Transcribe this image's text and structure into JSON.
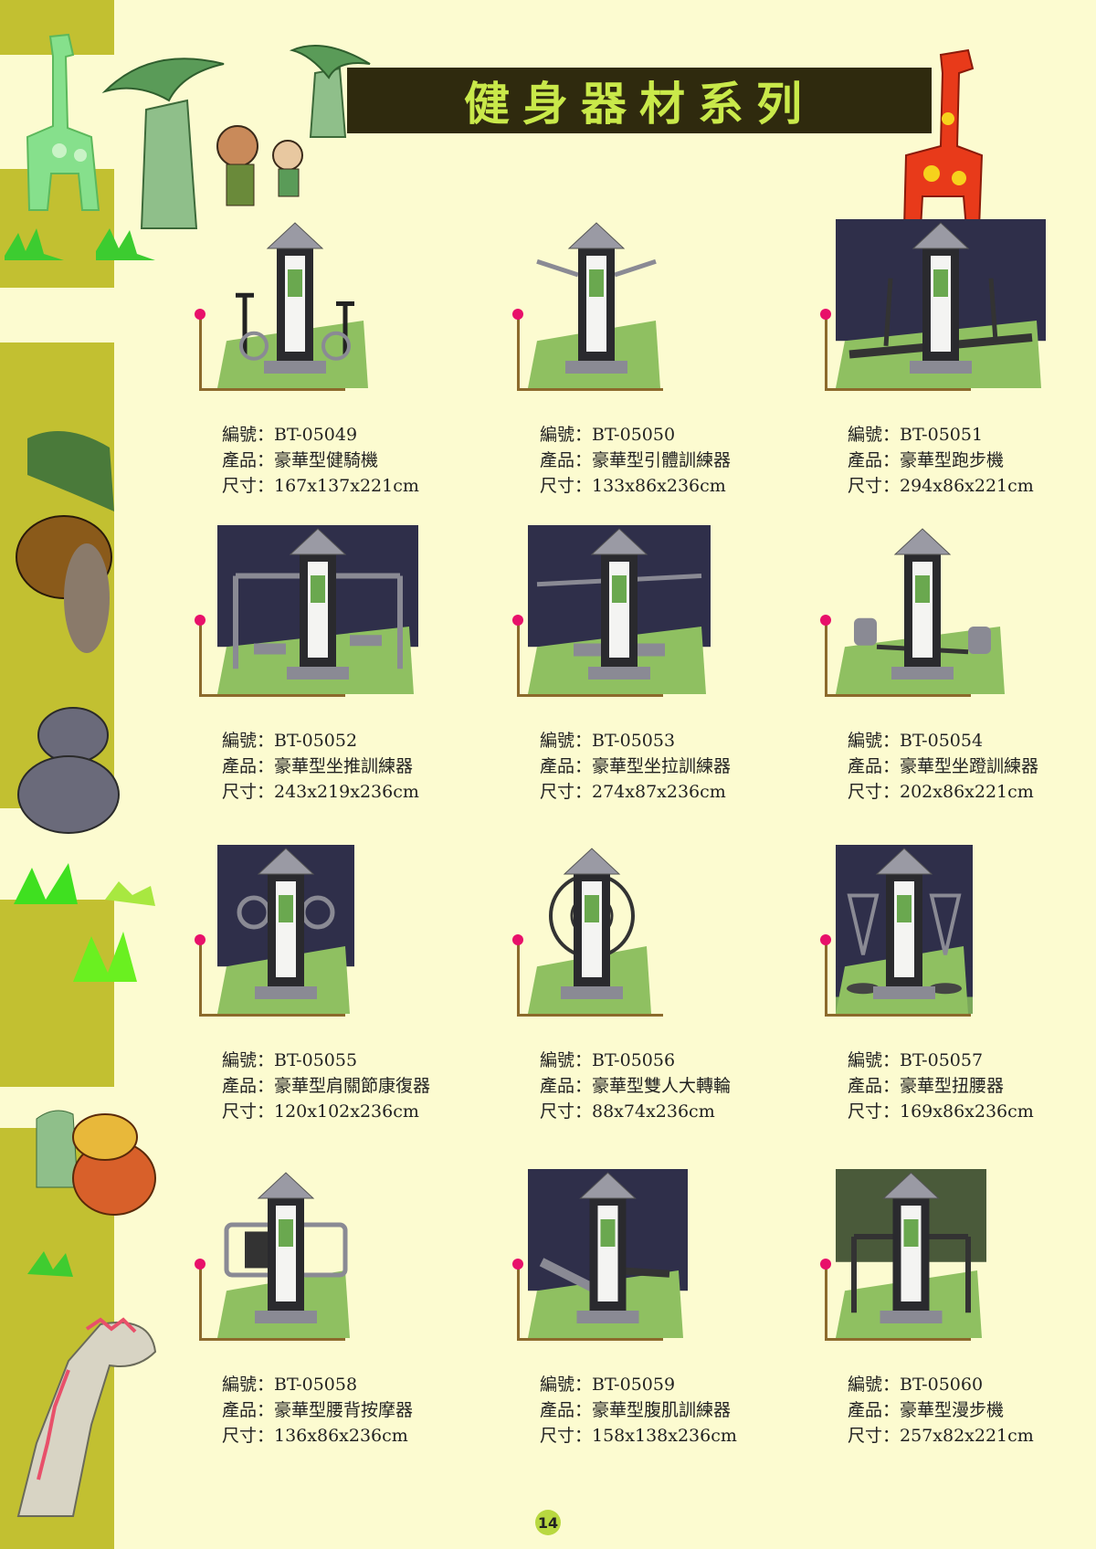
{
  "page": {
    "title": "健身器材系列",
    "page_number": "14",
    "colors": {
      "background": "#fcfbd0",
      "stripe": "#c2c031",
      "title_bar": "#2f2a0e",
      "title_text": "#c9e94a",
      "accent_dot": "#e8106a",
      "frame": "#8c6a2c"
    }
  },
  "products": [
    {
      "code": "編號：BT-05049",
      "name": "產品：豪華型健騎機",
      "size": "尺寸：167x137x221cm",
      "icon": "bike-trainer-icon"
    },
    {
      "code": "編號：BT-05050",
      "name": "產品：豪華型引體訓練器",
      "size": "尺寸：133x86x236cm",
      "icon": "pull-up-trainer-icon"
    },
    {
      "code": "編號：BT-05051",
      "name": "產品：豪華型跑步機",
      "size": "尺寸：294x86x221cm",
      "icon": "treadmill-icon"
    },
    {
      "code": "編號：BT-05052",
      "name": "產品：豪華型坐推訓練器",
      "size": "尺寸：243x219x236cm",
      "icon": "seated-push-icon"
    },
    {
      "code": "編號：BT-05053",
      "name": "產品：豪華型坐拉訓練器",
      "size": "尺寸：274x87x236cm",
      "icon": "seated-pull-icon"
    },
    {
      "code": "編號：BT-05054",
      "name": "產品：豪華型坐蹬訓練器",
      "size": "尺寸：202x86x221cm",
      "icon": "leg-press-icon"
    },
    {
      "code": "編號：BT-05055",
      "name": "產品：豪華型肩關節康復器",
      "size": "尺寸：120x102x236cm",
      "icon": "shoulder-wheel-icon"
    },
    {
      "code": "編號：BT-05056",
      "name": "產品：豪華型雙人大轉輪",
      "size": "尺寸：88x74x236cm",
      "icon": "big-wheel-icon"
    },
    {
      "code": "編號：BT-05057",
      "name": "產品：豪華型扭腰器",
      "size": "尺寸：169x86x236cm",
      "icon": "waist-twister-icon"
    },
    {
      "code": "編號：BT-05058",
      "name": "產品：豪華型腰背按摩器",
      "size": "尺寸：136x86x236cm",
      "icon": "back-massager-icon"
    },
    {
      "code": "編號：BT-05059",
      "name": "產品：豪華型腹肌訓練器",
      "size": "尺寸：158x138x236cm",
      "icon": "ab-trainer-icon"
    },
    {
      "code": "編號：BT-05060",
      "name": "產品：豪華型漫步機",
      "size": "尺寸：257x82x221cm",
      "icon": "air-walker-icon"
    }
  ]
}
